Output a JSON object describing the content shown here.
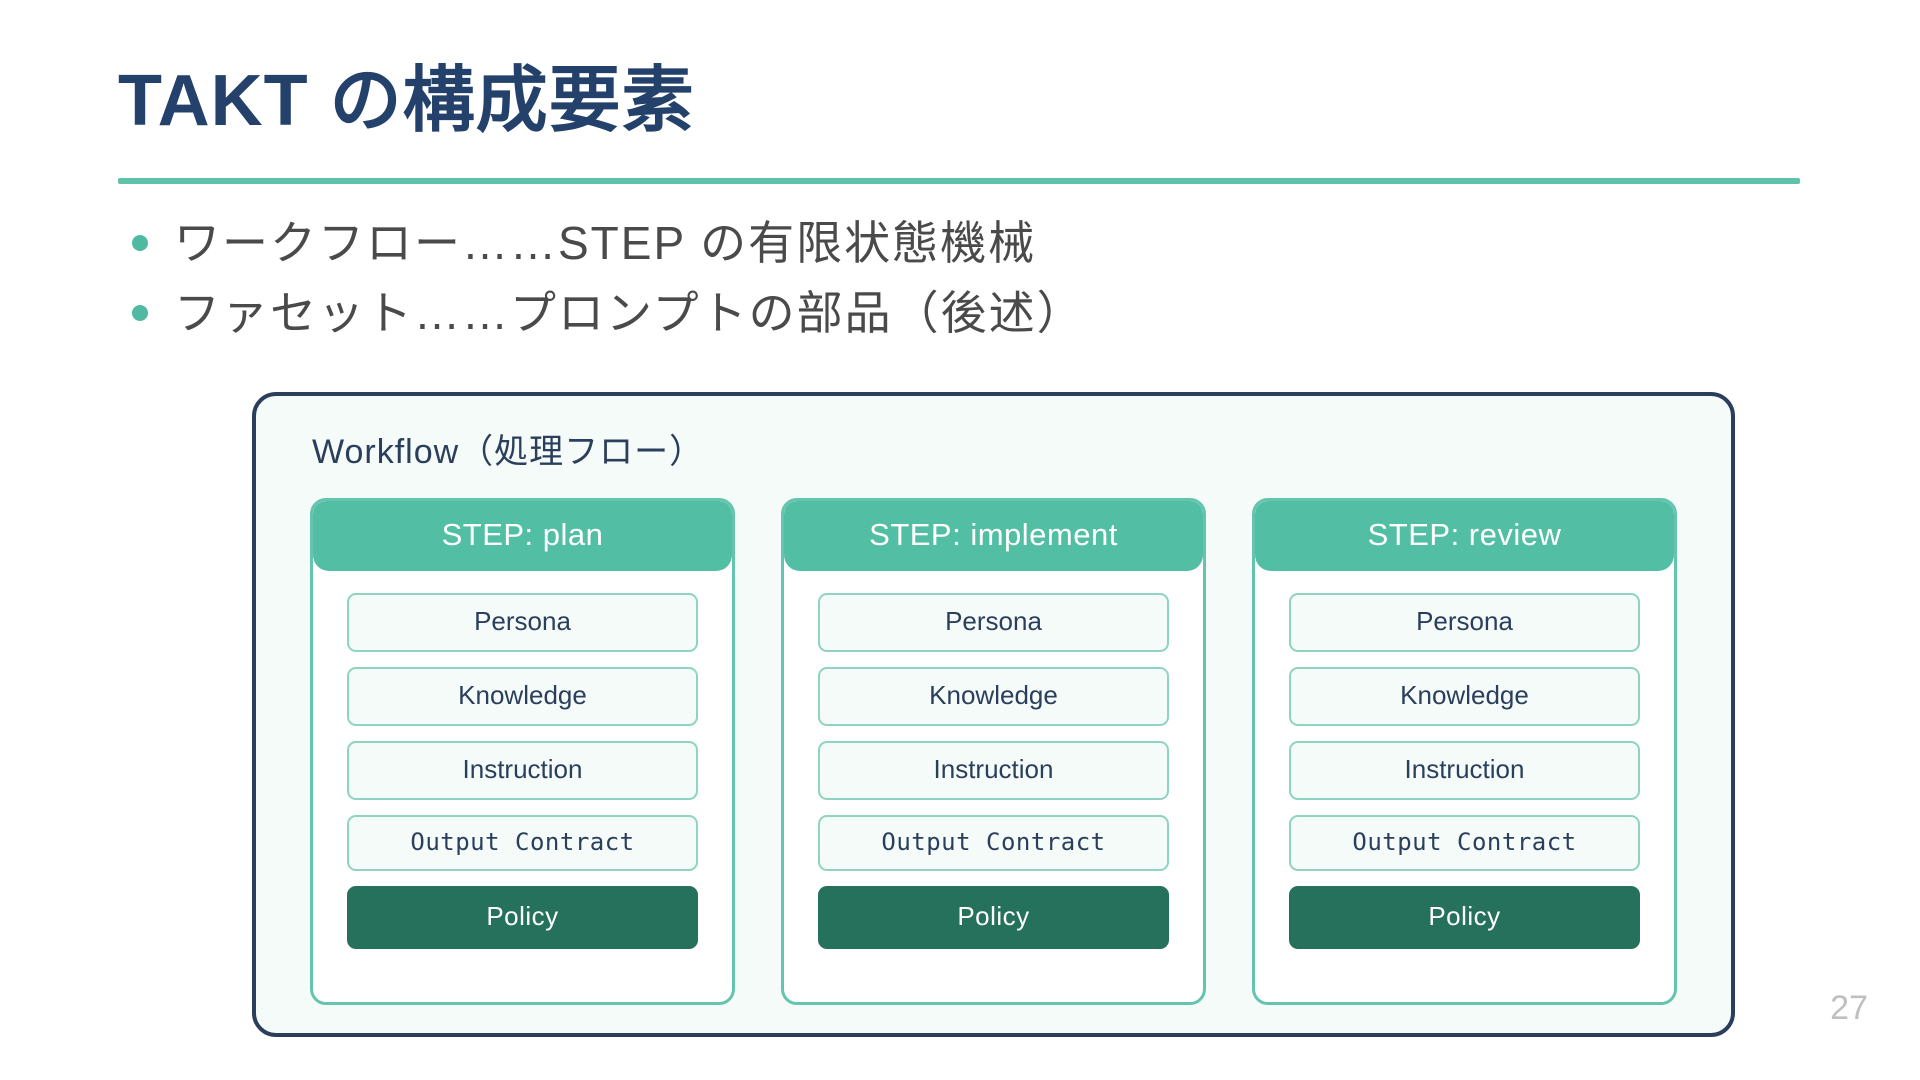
{
  "slide": {
    "title": "TAKT の構成要素",
    "page_number": "27",
    "accent_color": "#5fc2ab",
    "title_color": "#23416a",
    "step_header_color": "#52bfa5",
    "policy_color": "#26715c",
    "container_border_color": "#2b3f5c",
    "container_fill_color": "#f4fbf8"
  },
  "bullets": [
    {
      "text": "ワークフロー……STEP の有限状態機械"
    },
    {
      "text": "ファセット……プロンプトの部品（後述）"
    }
  ],
  "diagram": {
    "label": "Workflow（処理フロー）",
    "steps": [
      {
        "header": "STEP: plan",
        "facets": [
          {
            "label": "Persona",
            "style": "plain"
          },
          {
            "label": "Knowledge",
            "style": "plain"
          },
          {
            "label": "Instruction",
            "style": "plain"
          },
          {
            "label": "Output Contract",
            "style": "mono"
          },
          {
            "label": "Policy",
            "style": "policy"
          }
        ]
      },
      {
        "header": "STEP: implement",
        "facets": [
          {
            "label": "Persona",
            "style": "plain"
          },
          {
            "label": "Knowledge",
            "style": "plain"
          },
          {
            "label": "Instruction",
            "style": "plain"
          },
          {
            "label": "Output Contract",
            "style": "mono"
          },
          {
            "label": "Policy",
            "style": "policy"
          }
        ]
      },
      {
        "header": "STEP: review",
        "facets": [
          {
            "label": "Persona",
            "style": "plain"
          },
          {
            "label": "Knowledge",
            "style": "plain"
          },
          {
            "label": "Instruction",
            "style": "plain"
          },
          {
            "label": "Output Contract",
            "style": "mono"
          },
          {
            "label": "Policy",
            "style": "policy"
          }
        ]
      }
    ]
  }
}
